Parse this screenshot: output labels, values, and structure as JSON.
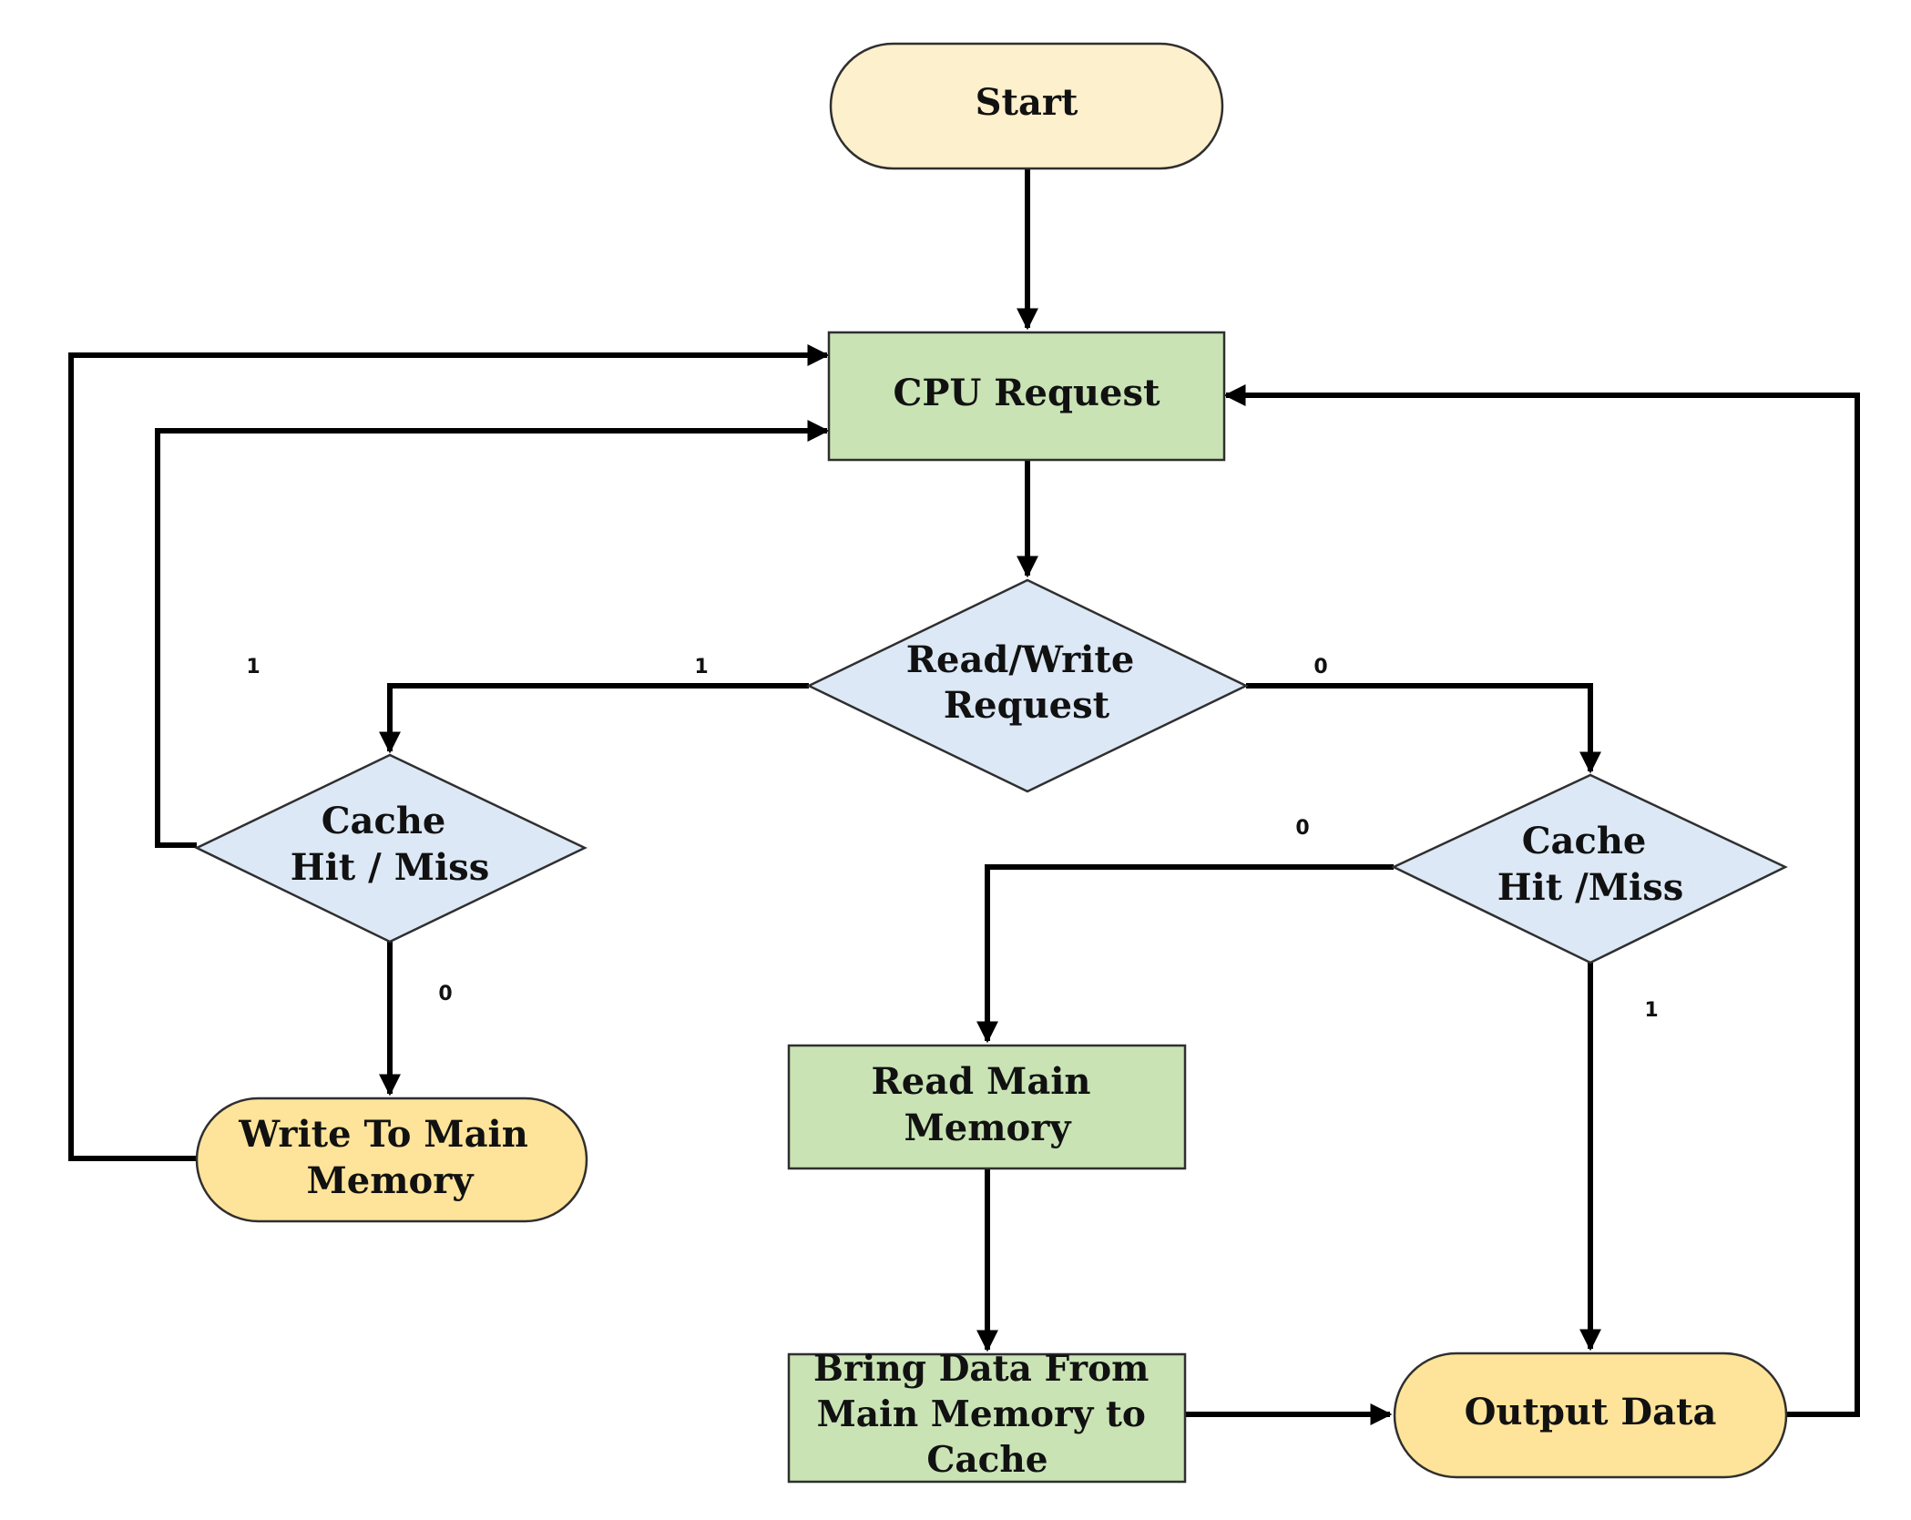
{
  "colors": {
    "start_fill": "#fdf0cc",
    "process_fill": "#c9e3b5",
    "decision_fill": "#dce8f5",
    "terminal_fill": "#fde49a",
    "line": "#000000"
  },
  "nodes": {
    "start": {
      "lines": [
        "Start"
      ]
    },
    "cpu_request": {
      "lines": [
        "CPU Request"
      ]
    },
    "read_write_request": {
      "lines": [
        "Read/Write",
        "Request"
      ]
    },
    "cache_hit_miss_left": {
      "lines": [
        "Cache",
        "Hit / Miss"
      ]
    },
    "cache_hit_miss_right": {
      "lines": [
        "Cache",
        "Hit /Miss"
      ]
    },
    "write_to_main_memory": {
      "lines": [
        "Write To Main",
        "Memory"
      ]
    },
    "read_main_memory": {
      "lines": [
        "Read Main",
        "Memory"
      ]
    },
    "bring_data": {
      "lines": [
        "Bring Data From",
        "Main Memory to",
        "Cache"
      ]
    },
    "output_data": {
      "lines": [
        "Output Data"
      ]
    }
  },
  "edge_labels": {
    "write_branch": "1",
    "read_branch": "0",
    "left_hit": "1",
    "left_miss": "0",
    "right_miss": "0",
    "right_hit": "1"
  }
}
